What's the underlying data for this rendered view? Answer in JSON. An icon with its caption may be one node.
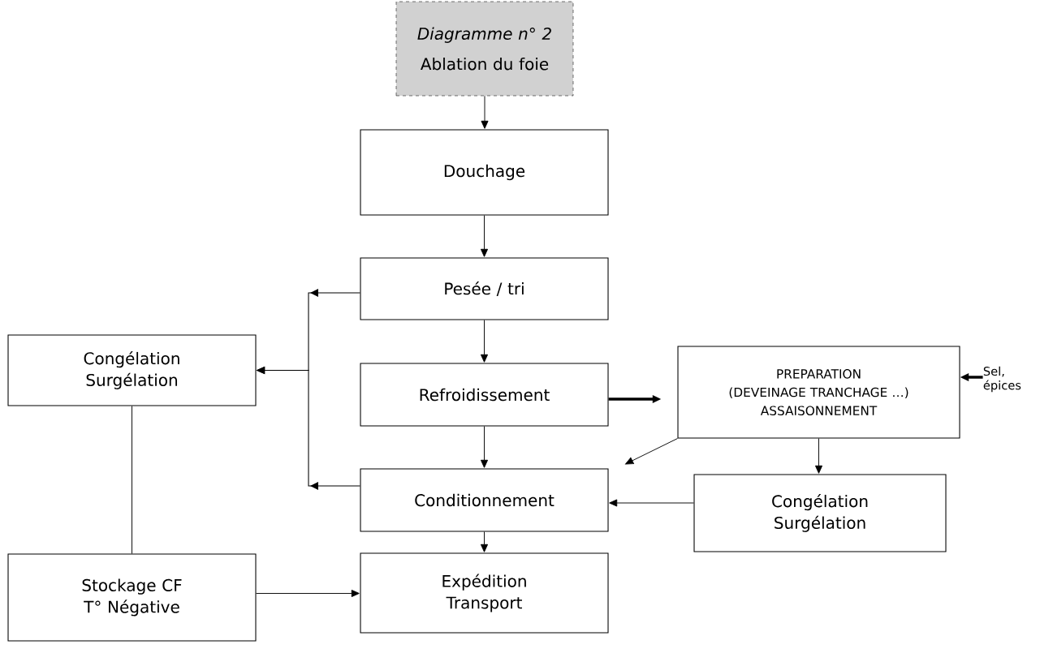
{
  "diagram": {
    "nodes": [
      {
        "text": [
          "Diagramme n° 2",
          "Ablation du foie"
        ]
      },
      {
        "text": [
          "Douchage"
        ]
      },
      {
        "text": [
          "Pesée / tri"
        ]
      },
      {
        "text": [
          "Refroidissement"
        ]
      },
      {
        "text": [
          "PREPARATION",
          "(DEVEINAGE TRANCHAGE …)",
          "ASSAISONNEMENT"
        ]
      },
      {
        "text": [
          "Sel, épices"
        ]
      },
      {
        "text": [
          "Congélation Surgélation"
        ]
      },
      {
        "text": [
          "Conditionnement"
        ]
      },
      {
        "text": [
          "Congélation Surgélation"
        ]
      },
      {
        "text": [
          "Stockage CF T° Négative"
        ]
      },
      {
        "text": [
          "Expédition Transport"
        ]
      }
    ],
    "edges": [
      {
        "from": 0,
        "to": 1,
        "arrow": "to"
      },
      {
        "from": 1,
        "to": 2,
        "arrow": "to"
      },
      {
        "from": 2,
        "to": 3,
        "arrow": "to"
      },
      {
        "from": 3,
        "to": 4,
        "arrow": "to",
        "style": "thick"
      },
      {
        "from": 5,
        "to": 4,
        "arrow": "to",
        "style": "thick"
      },
      {
        "from": 3,
        "to": 7,
        "arrow": "to"
      },
      {
        "from": 4,
        "to": 7,
        "arrow": "to"
      },
      {
        "from": 4,
        "to": 8,
        "arrow": "to"
      },
      {
        "from": 8,
        "to": 7,
        "arrow": "to"
      },
      {
        "from": 2,
        "to": 6,
        "arrow": "to"
      },
      {
        "from": 7,
        "to": 6,
        "arrow": "to"
      },
      {
        "from": 7,
        "to": 10,
        "arrow": "to"
      },
      {
        "from": 9,
        "to": 10,
        "arrow": "to"
      },
      {
        "from": 6,
        "to": 9,
        "arrow": "none"
      }
    ]
  }
}
